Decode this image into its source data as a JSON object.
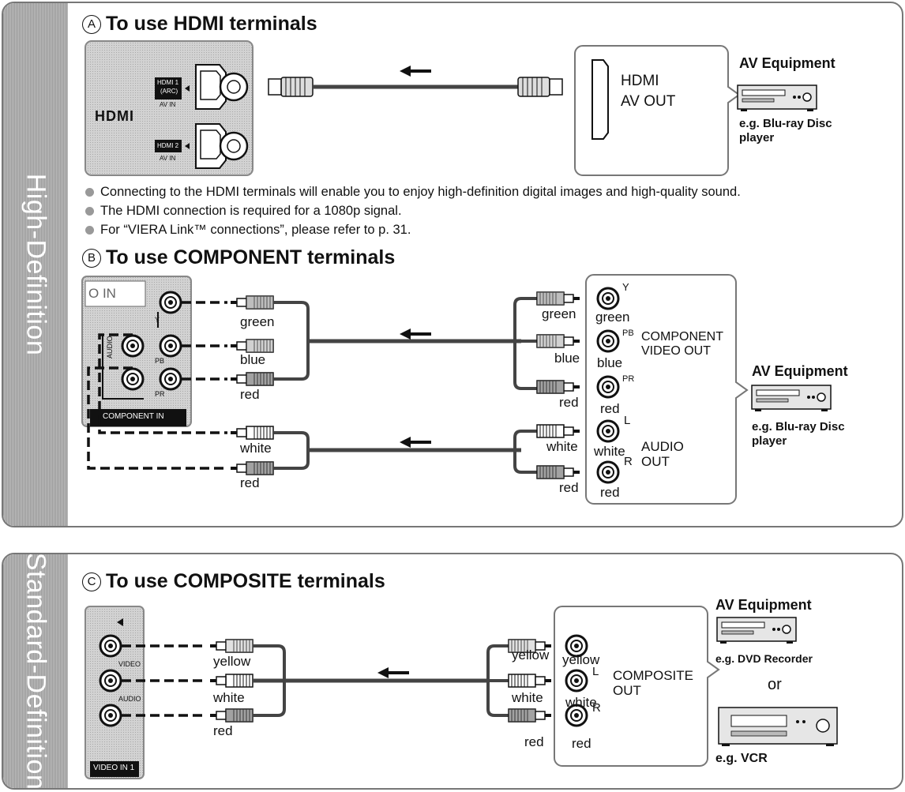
{
  "sections": {
    "high_definition": {
      "band_label": "High-Definition",
      "hdmi": {
        "marker": "A",
        "title": "To use HDMI terminals",
        "tv_logo": "HDMI",
        "port1": {
          "name": "HDMI 1",
          "sub": "(ARC)",
          "label": "AV IN"
        },
        "port2": {
          "name": "HDMI 2",
          "label": "AV IN"
        },
        "source_line1": "HDMI",
        "source_line2": "AV OUT",
        "equipment_title": "AV Equipment",
        "equipment_example": "e.g. Blu-ray Disc",
        "equipment_example2": "player",
        "notes": [
          "Connecting to the HDMI terminals will enable you to enjoy high-definition digital images and high-quality sound.",
          "The HDMI connection is required for a 1080p signal.",
          "For “VIERA Link™ connections”, please refer to p. 31."
        ]
      },
      "component": {
        "marker": "B",
        "title": "To use COMPONENT terminals",
        "tv_labels": {
          "in": "O IN",
          "y": "Y",
          "pb": "PB",
          "pr": "PR",
          "audio": "AUDIO",
          "panel": "COMPONENT IN"
        },
        "cable_colors": [
          "green",
          "blue",
          "red"
        ],
        "audio_colors": [
          "white",
          "red"
        ],
        "source_jacks": [
          {
            "sup": "Y",
            "color": "green"
          },
          {
            "sup": "PB",
            "color": "blue"
          },
          {
            "sup": "PR",
            "color": "red"
          },
          {
            "sup": "L",
            "color": "white"
          },
          {
            "sup": "R",
            "color": "red"
          }
        ],
        "video_out_line1": "COMPONENT",
        "video_out_line2": "VIDEO OUT",
        "audio_out_line1": "AUDIO",
        "audio_out_line2": "OUT",
        "equipment_title": "AV Equipment",
        "equipment_example": "e.g. Blu-ray Disc",
        "equipment_example2": "player"
      }
    },
    "standard_definition": {
      "band_label": "Standard-Definition",
      "composite": {
        "marker": "C",
        "title": "To use COMPOSITE terminals",
        "tv_labels": {
          "video": "VIDEO",
          "audio": "AUDIO",
          "panel": "VIDEO IN 1"
        },
        "cable_colors": [
          "yellow",
          "white",
          "red"
        ],
        "source_jacks": [
          {
            "sup": "",
            "color": "yellow"
          },
          {
            "sup": "L",
            "color": "white"
          },
          {
            "sup": "R",
            "color": "red"
          }
        ],
        "out_line1": "COMPOSITE",
        "out_line2": "OUT",
        "equipment_title": "AV Equipment",
        "equipment1": "e.g. DVD Recorder",
        "or_text": "or",
        "equipment2": "e.g. VCR"
      }
    }
  },
  "colors": {
    "band": "#aaaaaa",
    "border": "#777777",
    "tv_panel": "#c8c8c8",
    "cable_dark": "#444444"
  }
}
